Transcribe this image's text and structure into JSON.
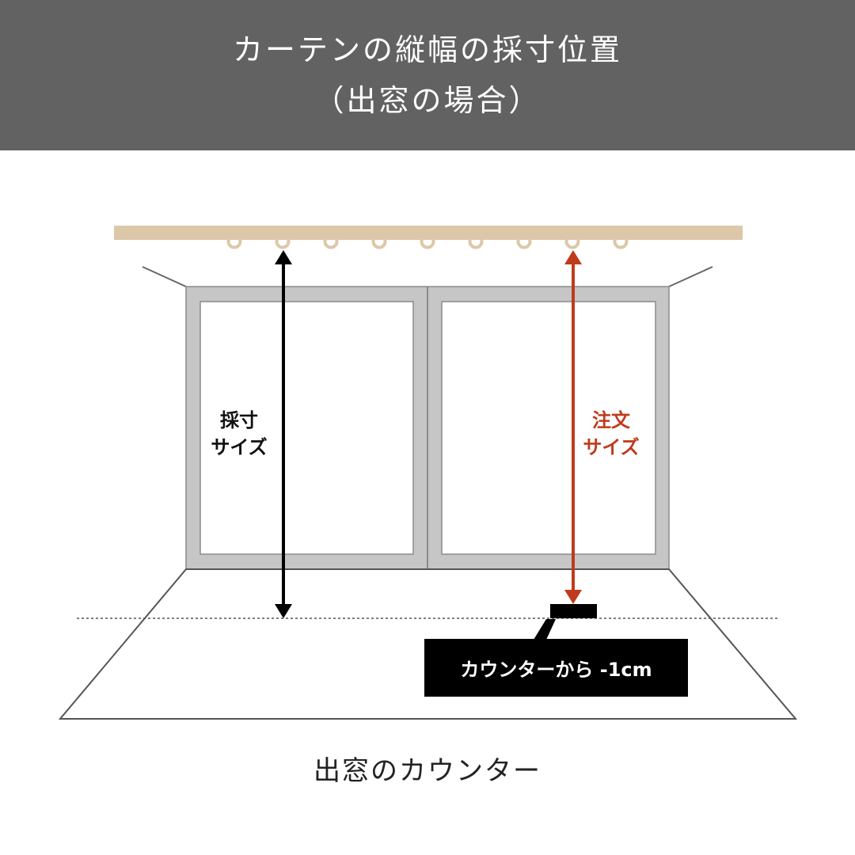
{
  "header": {
    "title_line1": "カーテンの縦幅の採寸位置",
    "title_line2": "（出窓の場合）"
  },
  "measurements": {
    "left_label_line1": "採寸",
    "left_label_line2": "サイズ",
    "right_label_line1": "注文",
    "right_label_line2": "サイズ"
  },
  "callout": {
    "text": "カウンターから -1cm"
  },
  "caption": "出窓のカウンター",
  "colors": {
    "header_bg": "#626262",
    "rail": "#dcc8a8",
    "frame": "#c6c6c6",
    "order_arrow": "#c03a1c",
    "measure_arrow": "#000000"
  },
  "rings": {
    "count": 9
  }
}
